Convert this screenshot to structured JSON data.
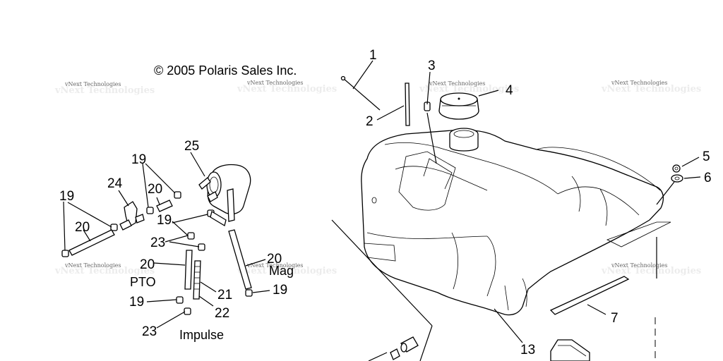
{
  "copyright": "© 2005 Polaris Sales Inc.",
  "watermark": "vNext Technologies",
  "captions": {
    "pto": "PTO",
    "mag": "Mag",
    "impulse": "Impulse"
  },
  "callouts": {
    "c1": "1",
    "c2": "2",
    "c3": "3",
    "c4": "4",
    "c5": "5",
    "c6": "6",
    "c7": "7",
    "c13": "13",
    "c19a": "19",
    "c19b": "19",
    "c19c": "19",
    "c19d": "19",
    "c19e": "19",
    "c20a": "20",
    "c20b": "20",
    "c20c": "20",
    "c20d": "20",
    "c21": "21",
    "c22": "22",
    "c23a": "23",
    "c23b": "23",
    "c24": "24",
    "c25": "25"
  }
}
